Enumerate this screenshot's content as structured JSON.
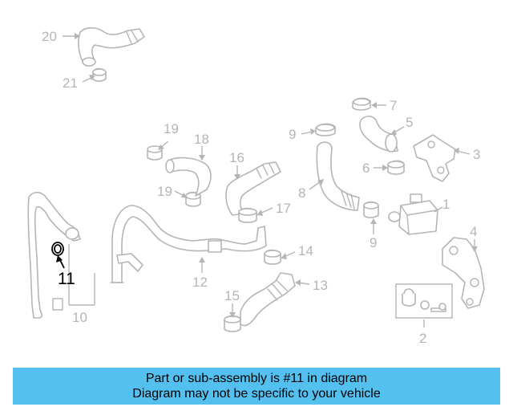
{
  "diagram": {
    "callouts": {
      "c1": "1",
      "c2": "2",
      "c3": "3",
      "c4": "4",
      "c5": "5",
      "c6": "6",
      "c7": "7",
      "c8": "8",
      "c9a": "9",
      "c9b": "9",
      "c10": "10",
      "c11": "11",
      "c12": "12",
      "c13": "13",
      "c14": "14",
      "c15": "15",
      "c16": "16",
      "c17": "17",
      "c18": "18",
      "c19a": "19",
      "c19b": "19",
      "c20": "20",
      "c21": "21"
    },
    "highlighted_part": "11"
  },
  "banner": {
    "line1": "Part or sub-assembly is #11 in diagram",
    "line2": "Diagram may not be specific to your vehicle"
  },
  "colors": {
    "banner_bg": "#53c0f0",
    "parts": "#b5b5b5",
    "highlight": "#000000"
  }
}
